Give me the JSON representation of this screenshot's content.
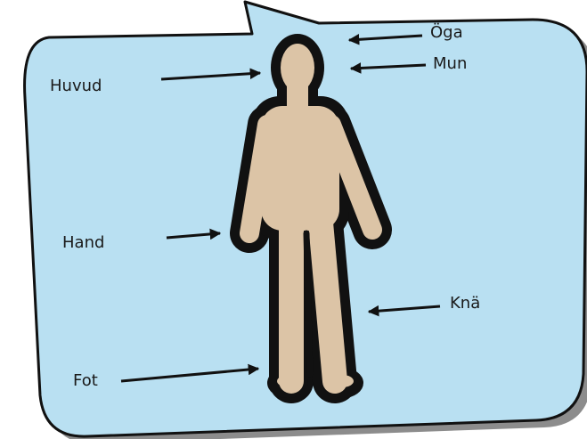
{
  "labels": {
    "head": "Huvud",
    "hand": "Hand",
    "foot": "Fot",
    "eye": "Öga",
    "mouth": "Mun",
    "knee": "Knä"
  },
  "colors": {
    "bubble_fill": "#b9e0f2",
    "bubble_shadow": "#8c8c8c",
    "outline": "#111111",
    "skin": "#dcc4a6",
    "arrow": "#111111"
  }
}
